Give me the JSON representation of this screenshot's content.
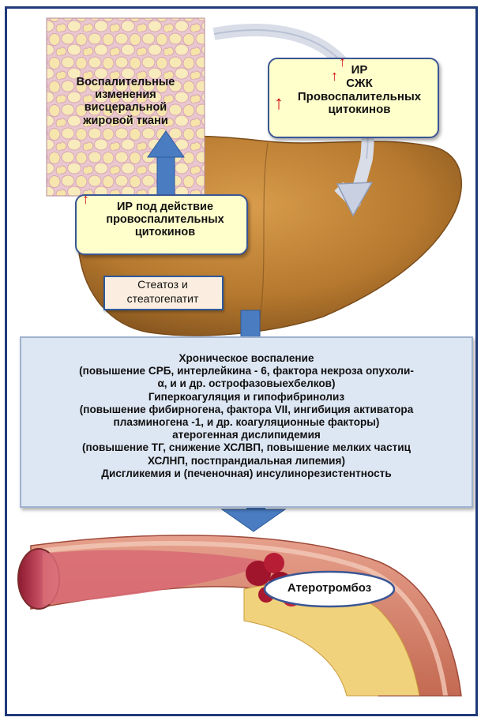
{
  "fat_tissue": {
    "line1": "Воспалительные",
    "line2": "изменения",
    "line3": "висцеральной",
    "line4": "жировой ткани"
  },
  "top_callout": {
    "line1": "ИР",
    "line2": "СЖК",
    "line3": "Провоспалительных",
    "line4": "цитокинов"
  },
  "left_callout": {
    "line1": "ИР под действие",
    "line2": "провоспалительных",
    "line3": "цитокинов"
  },
  "steatosis": {
    "line1": "Стеатоз и",
    "line2": "стеатогепатит"
  },
  "summary": {
    "lines": [
      "Хроническое воспаление",
      "(повышение СРБ, интерлейкина - 6, фактора некроза опухоли-",
      "α, и и др. острофазовыехбелков)",
      "Гиперкоагуляция и гипофибринолиз",
      "(повышение фибирногена, фактора VII, ингибиция активатора",
      "плазминогена -1, и др. коагуляционные факторы)",
      "атерогенная дислипидемия",
      "(повышение ТГ, снижение ХСЛВП, повышение мелких частиц",
      "ХСЛНП,  постпрандиальная липемия)",
      "Дисгликемия и (печеночная) инсулинорезистентность"
    ]
  },
  "artery_label": "Атеротромбоз",
  "colors": {
    "frame": "#1f3a78",
    "callout_fill": "#ffffcc",
    "arrow_blue": "#4a7cc2",
    "up_arrow": "#d01010",
    "liver": "#b5782e",
    "summary_fill": "#dde6f3"
  }
}
